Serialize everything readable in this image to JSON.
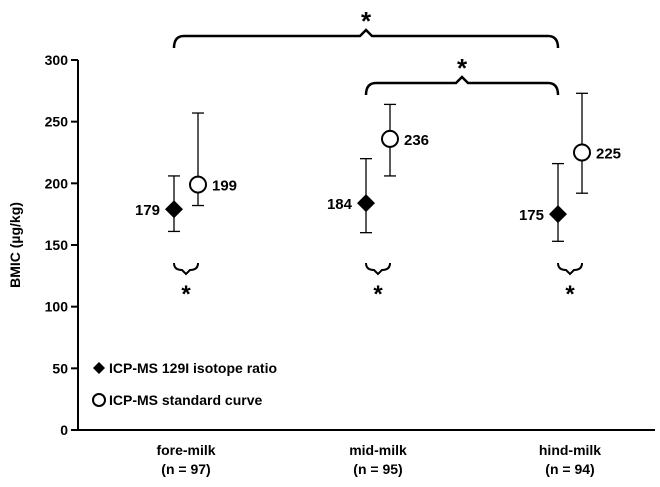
{
  "chart_data": {
    "type": "scatter",
    "title": "",
    "xlabel": "",
    "ylabel": "BMIC (µg/kg)",
    "ylim": [
      0,
      300
    ],
    "yticks": [
      0,
      50,
      100,
      150,
      200,
      250,
      300
    ],
    "grid": false,
    "legend_position": "bottom-left",
    "categories": [
      "fore-milk",
      "mid-milk",
      "hind-milk"
    ],
    "category_n": [
      "(n = 97)",
      "(n = 95)",
      "(n = 94)"
    ],
    "series": [
      {
        "name": "ICP-MS 129I isotope ratio",
        "marker": "filled-diamond",
        "values": [
          179,
          184,
          175
        ],
        "error_low": [
          161,
          160,
          153
        ],
        "error_high": [
          206,
          220,
          216
        ],
        "labels": [
          "179",
          "184",
          "175"
        ]
      },
      {
        "name": "ICP-MS standard curve",
        "marker": "open-circle",
        "values": [
          199,
          236,
          225
        ],
        "error_low": [
          182,
          206,
          192
        ],
        "error_high": [
          257,
          264,
          273
        ],
        "labels": [
          "199",
          "236",
          "225"
        ]
      }
    ],
    "significance": {
      "symbol": "*",
      "within_category": [
        "fore-milk",
        "mid-milk",
        "hind-milk"
      ],
      "between_categories": [
        {
          "from": "fore-milk",
          "to": "hind-milk"
        },
        {
          "from": "mid-milk",
          "to": "hind-milk"
        }
      ]
    }
  }
}
